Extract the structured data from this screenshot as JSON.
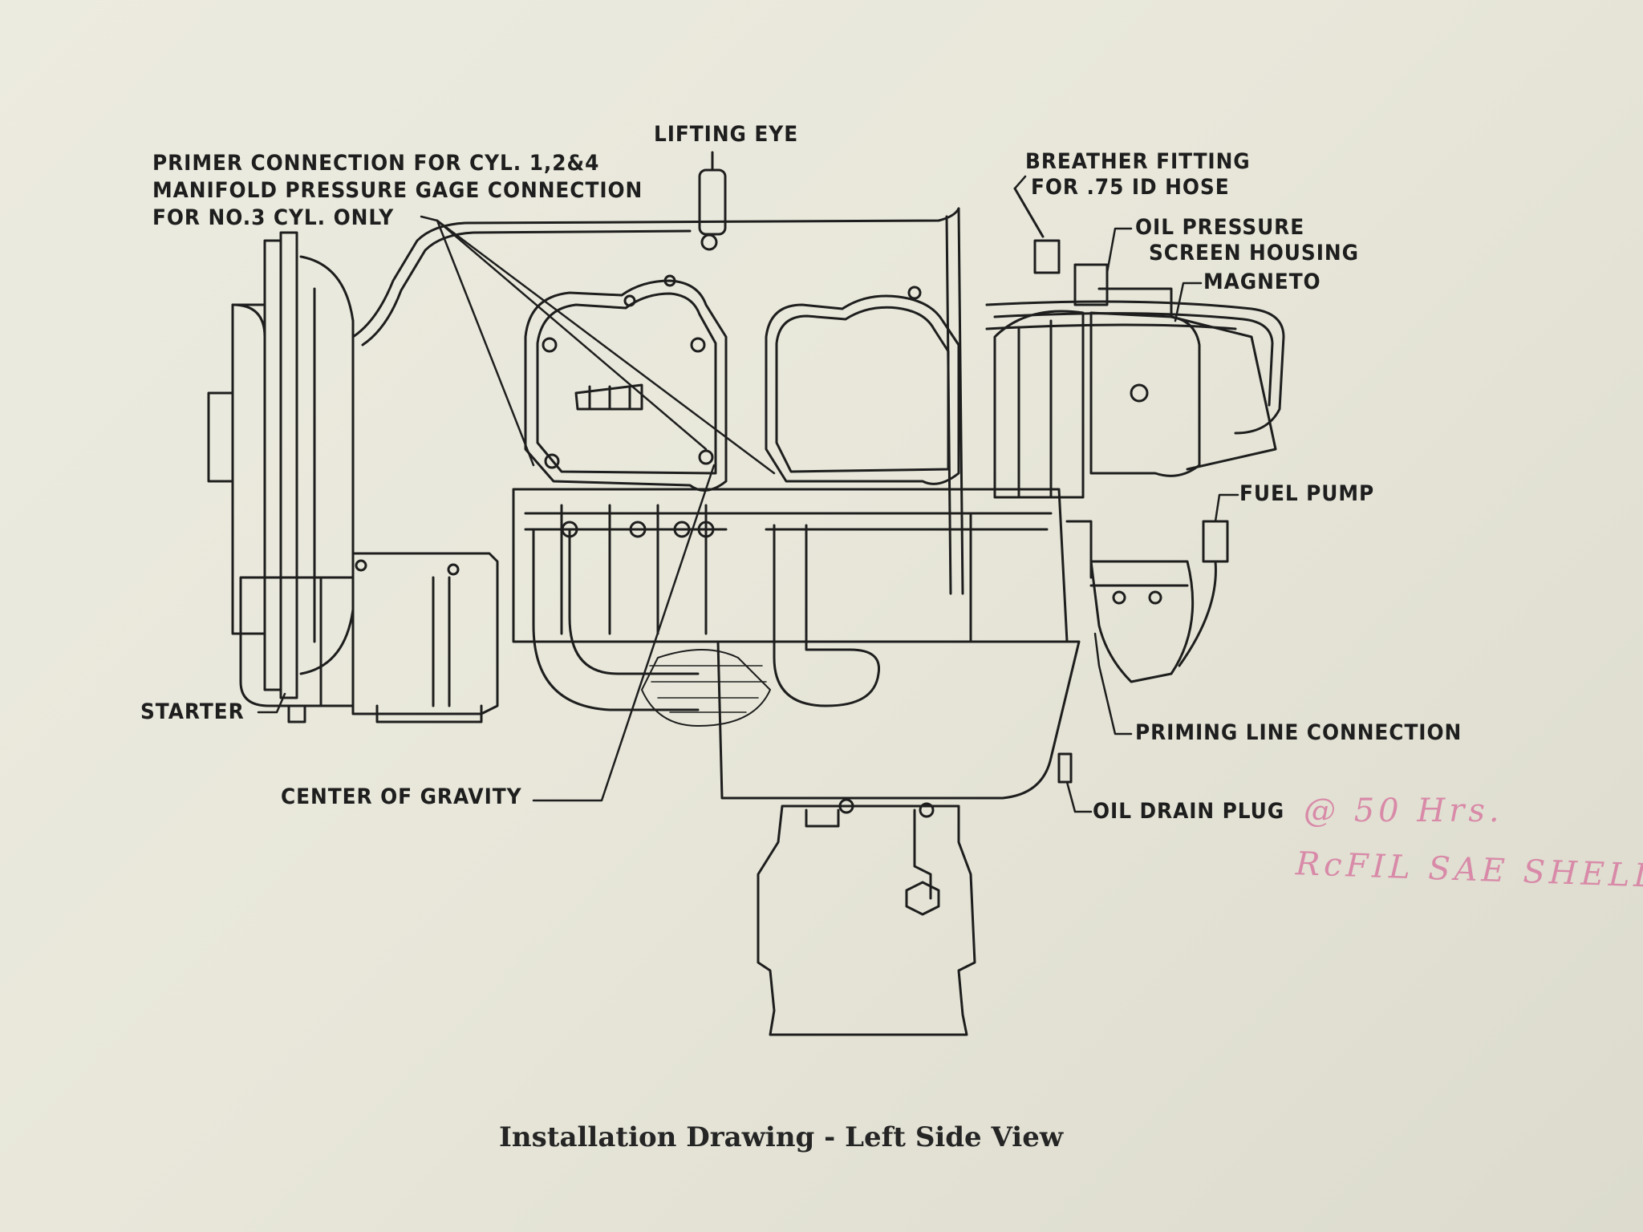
{
  "labels": {
    "primer_line1": "PRIMER CONNECTION FOR CYL. 1,2&4",
    "primer_line2": "MANIFOLD PRESSURE GAGE CONNECTION",
    "primer_line3": "FOR NO.3   CYL. ONLY",
    "lifting_eye": "LIFTING EYE",
    "breather_line1": "BREATHER FITTING",
    "breather_line2": "FOR .75 ID HOSE",
    "oil_pressure_line1": "OIL PRESSURE",
    "oil_pressure_line2": "SCREEN HOUSING",
    "magneto": "MAGNETO",
    "fuel_pump": "FUEL PUMP",
    "starter": "STARTER",
    "priming_line": "PRIMING LINE CONNECTION",
    "center_of_gravity": "CENTER OF GRAVITY",
    "oil_drain_plug": "OIL DRAIN PLUG"
  },
  "handwritten": {
    "line1": "@ 50 Hrs.",
    "line2": "RcFIL  SAE SHELL"
  },
  "caption": "Installation Drawing - Left Side View",
  "colors": {
    "paper": "#e8e7da",
    "ink": "#1e1e1e",
    "handwriting": "#d88aa8"
  }
}
